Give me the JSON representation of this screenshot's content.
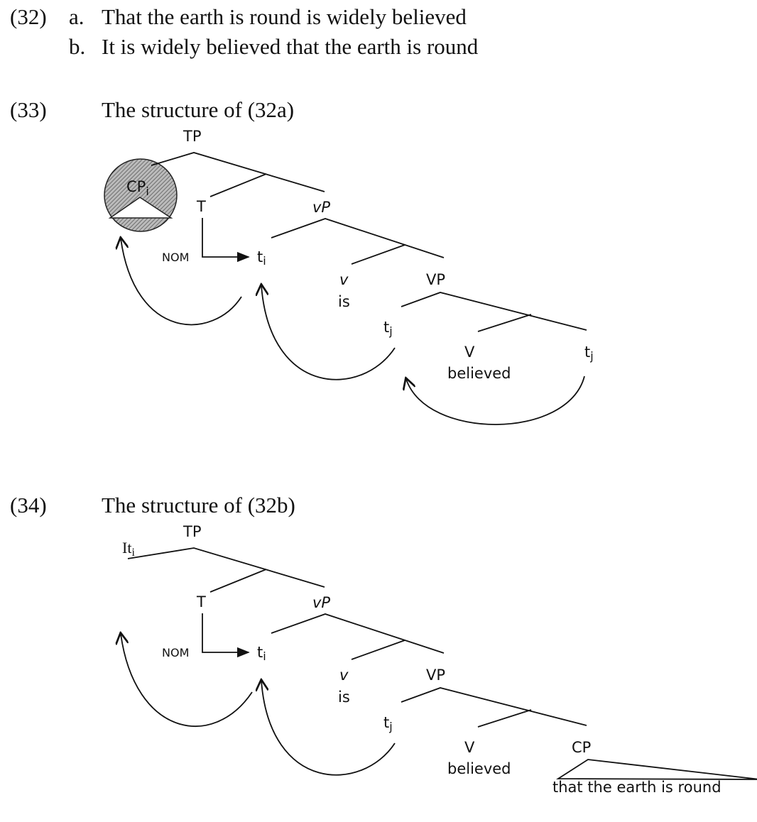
{
  "examples": {
    "ex32": {
      "number": "(32)",
      "a_label": "a.",
      "a_text": "That the earth is round is widely believed",
      "b_label": "b.",
      "b_text": "It is widely believed that the earth is round"
    },
    "ex33": {
      "number": "(33)",
      "caption": "The structure of (32a)"
    },
    "ex34": {
      "number": "(34)",
      "caption": "The structure of (32b)"
    }
  },
  "tree1": {
    "TP": "TP",
    "spec": "CP",
    "spec_sub": "i",
    "T": "T",
    "NOM": "NOM",
    "vP": "vP",
    "t_i": "t",
    "t_i_sub": "i",
    "v": "v",
    "is": "is",
    "VP": "VP",
    "t_j": "t",
    "t_j_sub": "j",
    "V": "V",
    "believed": "believed",
    "t_j2": "t",
    "t_j2_sub": "j"
  },
  "tree2": {
    "TP": "TP",
    "spec": "It",
    "spec_sub": "i",
    "T": "T",
    "NOM": "NOM",
    "vP": "vP",
    "t_i": "t",
    "t_i_sub": "i",
    "v": "v",
    "is": "is",
    "VP": "VP",
    "t_j": "t",
    "t_j_sub": "j",
    "V": "V",
    "believed": "believed",
    "CP": "CP",
    "cp_text": "that the earth is round"
  }
}
